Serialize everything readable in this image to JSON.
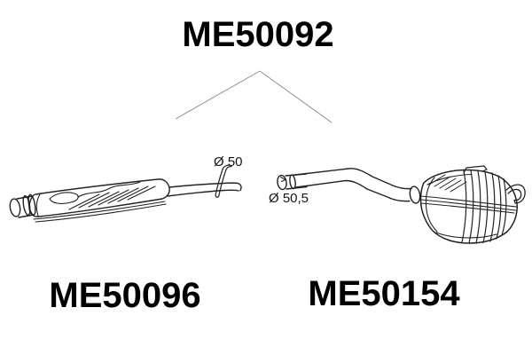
{
  "page": {
    "background": "#ffffff",
    "text_color": "#000000",
    "drawing_line_color": "#222222",
    "pointer_line_color": "#8f8f8f"
  },
  "diagram": {
    "assembly": {
      "part_number": "ME50092"
    },
    "parts": [
      {
        "part_number": "ME50096",
        "diameter": "Ø 50"
      },
      {
        "part_number": "ME50154",
        "diameter": "Ø 50,5"
      }
    ]
  }
}
